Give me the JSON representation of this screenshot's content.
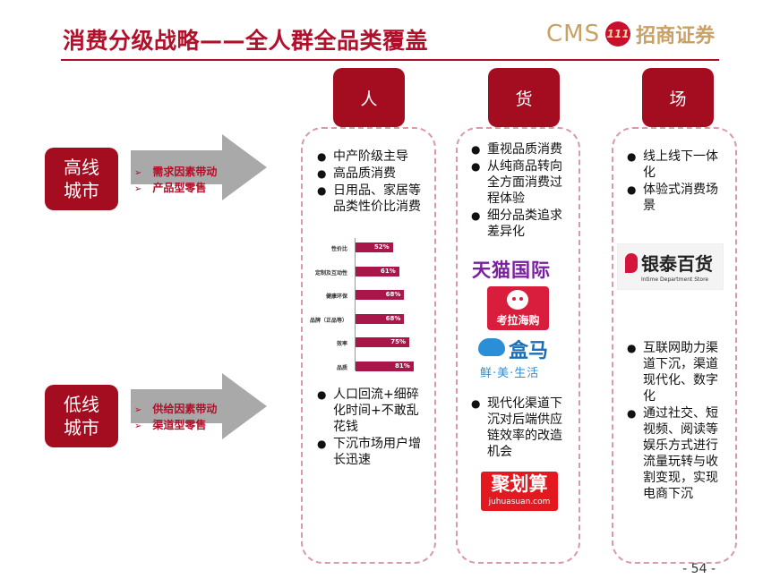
{
  "header": {
    "title": "消费分级战略——全人群全品类覆盖",
    "logo_cms": "CMS",
    "logo_badge": "111",
    "logo_cn": "招商证券"
  },
  "columns": {
    "people": {
      "label": "人"
    },
    "goods": {
      "label": "货"
    },
    "place": {
      "label": "场"
    }
  },
  "high_city": {
    "label": "高线城市",
    "factor1": "需求因素带动",
    "factor2": "产品型零售"
  },
  "low_city": {
    "label": "低线城市",
    "factor1": "供给因素带动",
    "factor2": "渠道型零售"
  },
  "people_top": [
    "中产阶级主导",
    "高品质消费",
    "日用品、家居等品类性价比消费"
  ],
  "people_bottom": [
    "人口回流+细碎化时间+不敢乱花钱",
    "下沉市场用户增长迅速"
  ],
  "goods_top": [
    "重视品质消费",
    "从纯商品转向全方面消费过程体验",
    "细分品类追求差异化"
  ],
  "goods_bottom": [
    "现代化渠道下沉对后端供应链效率的改造机会"
  ],
  "place_top": [
    "线上线下一体化",
    "体验式消费场景"
  ],
  "place_bottom": [
    "互联网助力渠道下沉，渠道现代化、数字化",
    "通过社交、短视频、阅读等娱乐方式进行流量玩转与收割变现，实现电商下沉"
  ],
  "brands": {
    "tmall": "天猫国际",
    "kaola": "考拉海购",
    "hema_name": "盒马",
    "hema_sub": "鲜·美·生活",
    "juhuasuan": "聚划算",
    "juhuasuan_url": "juhuasuan.com",
    "intime": "银泰百货",
    "intime_en": "Intime Department Store"
  },
  "chart_data": {
    "type": "bar",
    "orientation": "horizontal",
    "categories": [
      "性价比",
      "定制及互动性",
      "健康环保",
      "品牌（正品等）",
      "效率",
      "品质"
    ],
    "values": [
      52,
      61,
      68,
      68,
      75,
      81
    ],
    "value_labels": [
      "52%",
      "61%",
      "68%",
      "68%",
      "75%",
      "81%"
    ],
    "color": "#a8164a",
    "unit": "%"
  },
  "footer": {
    "page": "- 54 -"
  }
}
